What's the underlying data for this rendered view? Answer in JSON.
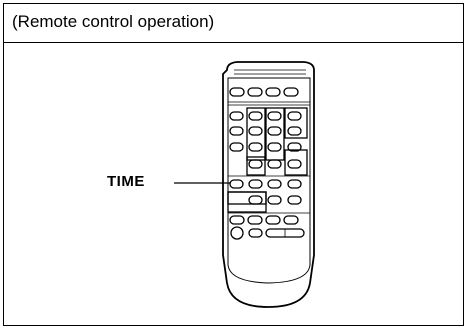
{
  "header": {
    "title": "(Remote control operation)"
  },
  "figure": {
    "object": "remote-control",
    "callout": {
      "label": "TIME",
      "target": "time-button"
    }
  }
}
